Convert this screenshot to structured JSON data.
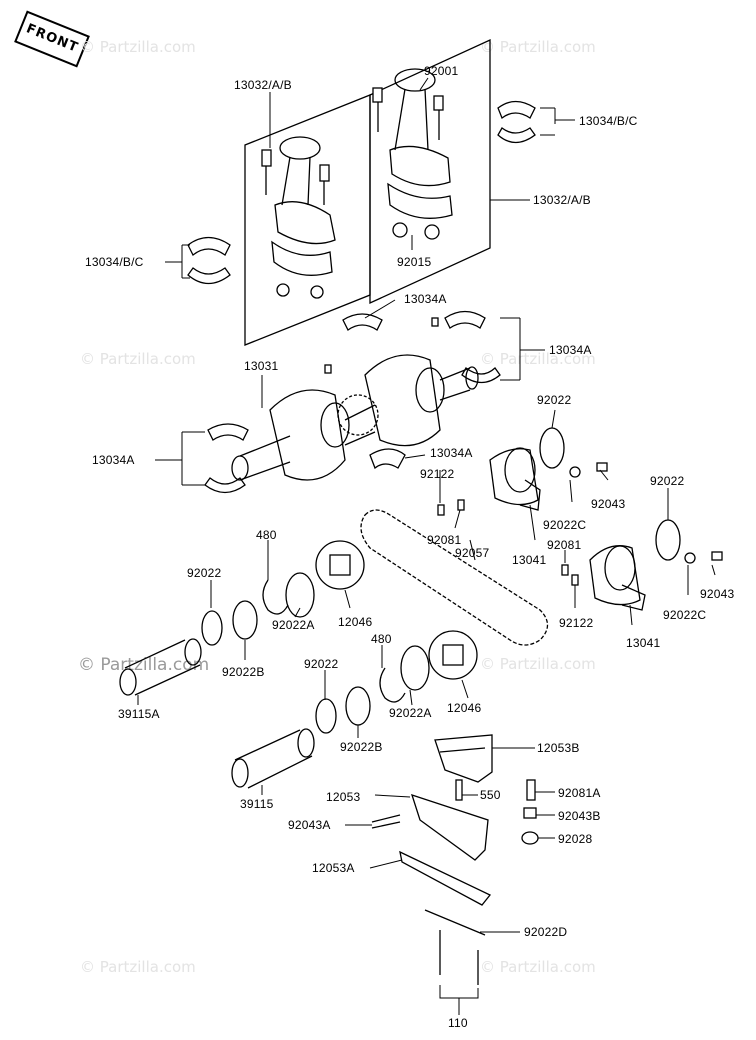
{
  "front_label": "FRONT",
  "watermark": "© Partzilla.com",
  "parts": {
    "p13032_left": "13032/A/B",
    "p92001": "92001",
    "p13034bc_right": "13034/B/C",
    "p13032_right": "13032/A/B",
    "p13034bc_left": "13034/B/C",
    "p92015": "92015",
    "p13034a_top": "13034A",
    "p13034a_right": "13034A",
    "p13031": "13031",
    "p13034a_left": "13034A",
    "p13034a_mid": "13034A",
    "p92022_a": "92022",
    "p92122_a": "92122",
    "p92043_a": "92043",
    "p92022_b": "92022",
    "p92022c_a": "92022C",
    "p92081_a": "92081",
    "p92057": "92057",
    "p13041_a": "13041",
    "p92081_b": "92081",
    "p480_a": "480",
    "p92022_c": "92022",
    "p12046_a": "12046",
    "p92022a_a": "92022A",
    "p92022b_a": "92022B",
    "p92043_b": "92043",
    "p92022c_b": "92022C",
    "p92122_b": "92122",
    "p13041_b": "13041",
    "p480_b": "480",
    "p92022_d": "92022",
    "p39115a": "39115A",
    "p92022a_b": "92022A",
    "p12046_b": "12046",
    "p92022b_b": "92022B",
    "p12053b": "12053B",
    "p39115": "39115",
    "p12053": "12053",
    "p550": "550",
    "p92081a": "92081A",
    "p92043a": "92043A",
    "p92043b": "92043B",
    "p92028": "92028",
    "p12053a": "12053A",
    "p92022d": "92022D",
    "p110": "110"
  }
}
